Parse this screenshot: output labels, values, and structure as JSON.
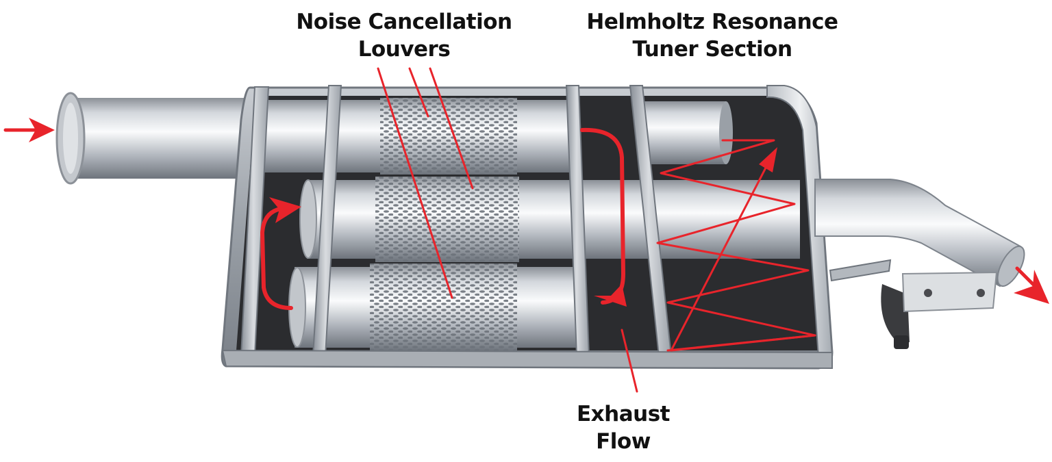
{
  "labels": {
    "louvers": {
      "line1": "Noise Cancellation",
      "line2": "Louvers"
    },
    "helmholtz": {
      "line1": "Helmholtz Resonance",
      "line2": "Tuner Section"
    },
    "exhaust": {
      "line1": "Exhaust",
      "line2": "Flow"
    }
  },
  "colors": {
    "arrow": "#e8242b",
    "metal_light": "#e9ebee",
    "metal_mid": "#b9bec5",
    "metal_dark": "#7f858d",
    "cavity": "#2b2c2f",
    "label_text": "#111111"
  }
}
